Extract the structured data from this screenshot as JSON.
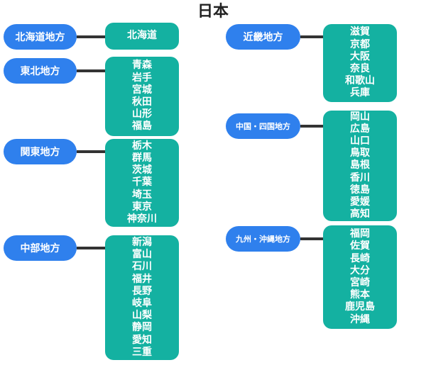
{
  "title": "日本",
  "regions": [
    {
      "name": "北海道地方",
      "prefectures": [
        "北海道"
      ]
    },
    {
      "name": "東北地方",
      "prefectures": [
        "青森",
        "岩手",
        "宮城",
        "秋田",
        "山形",
        "福島"
      ]
    },
    {
      "name": "関東地方",
      "prefectures": [
        "栃木",
        "群馬",
        "茨城",
        "千葉",
        "埼玉",
        "東京",
        "神奈川"
      ]
    },
    {
      "name": "中部地方",
      "prefectures": [
        "新潟",
        "富山",
        "石川",
        "福井",
        "長野",
        "岐阜",
        "山梨",
        "静岡",
        "愛知",
        "三重"
      ]
    },
    {
      "name": "近畿地方",
      "prefectures": [
        "滋賀",
        "京都",
        "大阪",
        "奈良",
        "和歌山",
        "兵庫"
      ]
    },
    {
      "name": "中国・四国地方",
      "prefectures": [
        "岡山",
        "広島",
        "山口",
        "鳥取",
        "島根",
        "香川",
        "徳島",
        "愛媛",
        "高知"
      ]
    },
    {
      "name": "九州・沖縄地方",
      "prefectures": [
        "福岡",
        "佐賀",
        "長崎",
        "大分",
        "宮崎",
        "熊本",
        "鹿児島",
        "沖縄"
      ]
    }
  ],
  "colors": {
    "region_fill": "#2f80ed",
    "prefecture_fill": "#14b1a1",
    "connector": "#333333",
    "text": "#ffffff",
    "title": "#222222"
  }
}
